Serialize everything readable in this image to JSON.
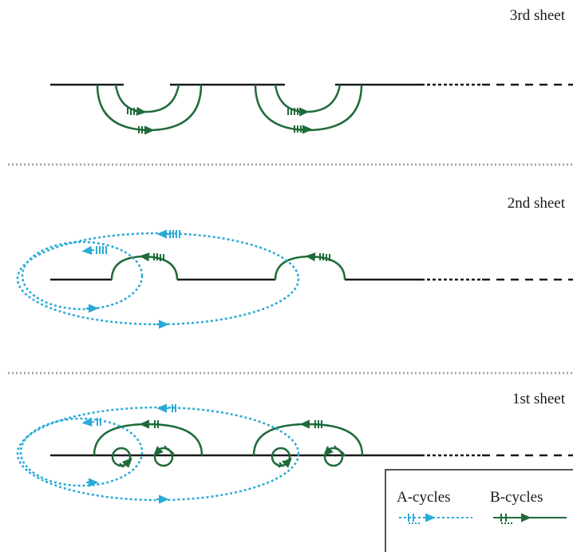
{
  "sheets": {
    "third": "3rd sheet",
    "second": "2nd sheet",
    "first": "1st sheet"
  },
  "legend": {
    "a_label": "A-cycles",
    "b_label": "B-cycles"
  },
  "colors": {
    "a_cycle": "#2aaad6",
    "b_cycle": "#1f6b3a",
    "cut": "#1a1a1a",
    "separator": "#9a9a9a"
  }
}
